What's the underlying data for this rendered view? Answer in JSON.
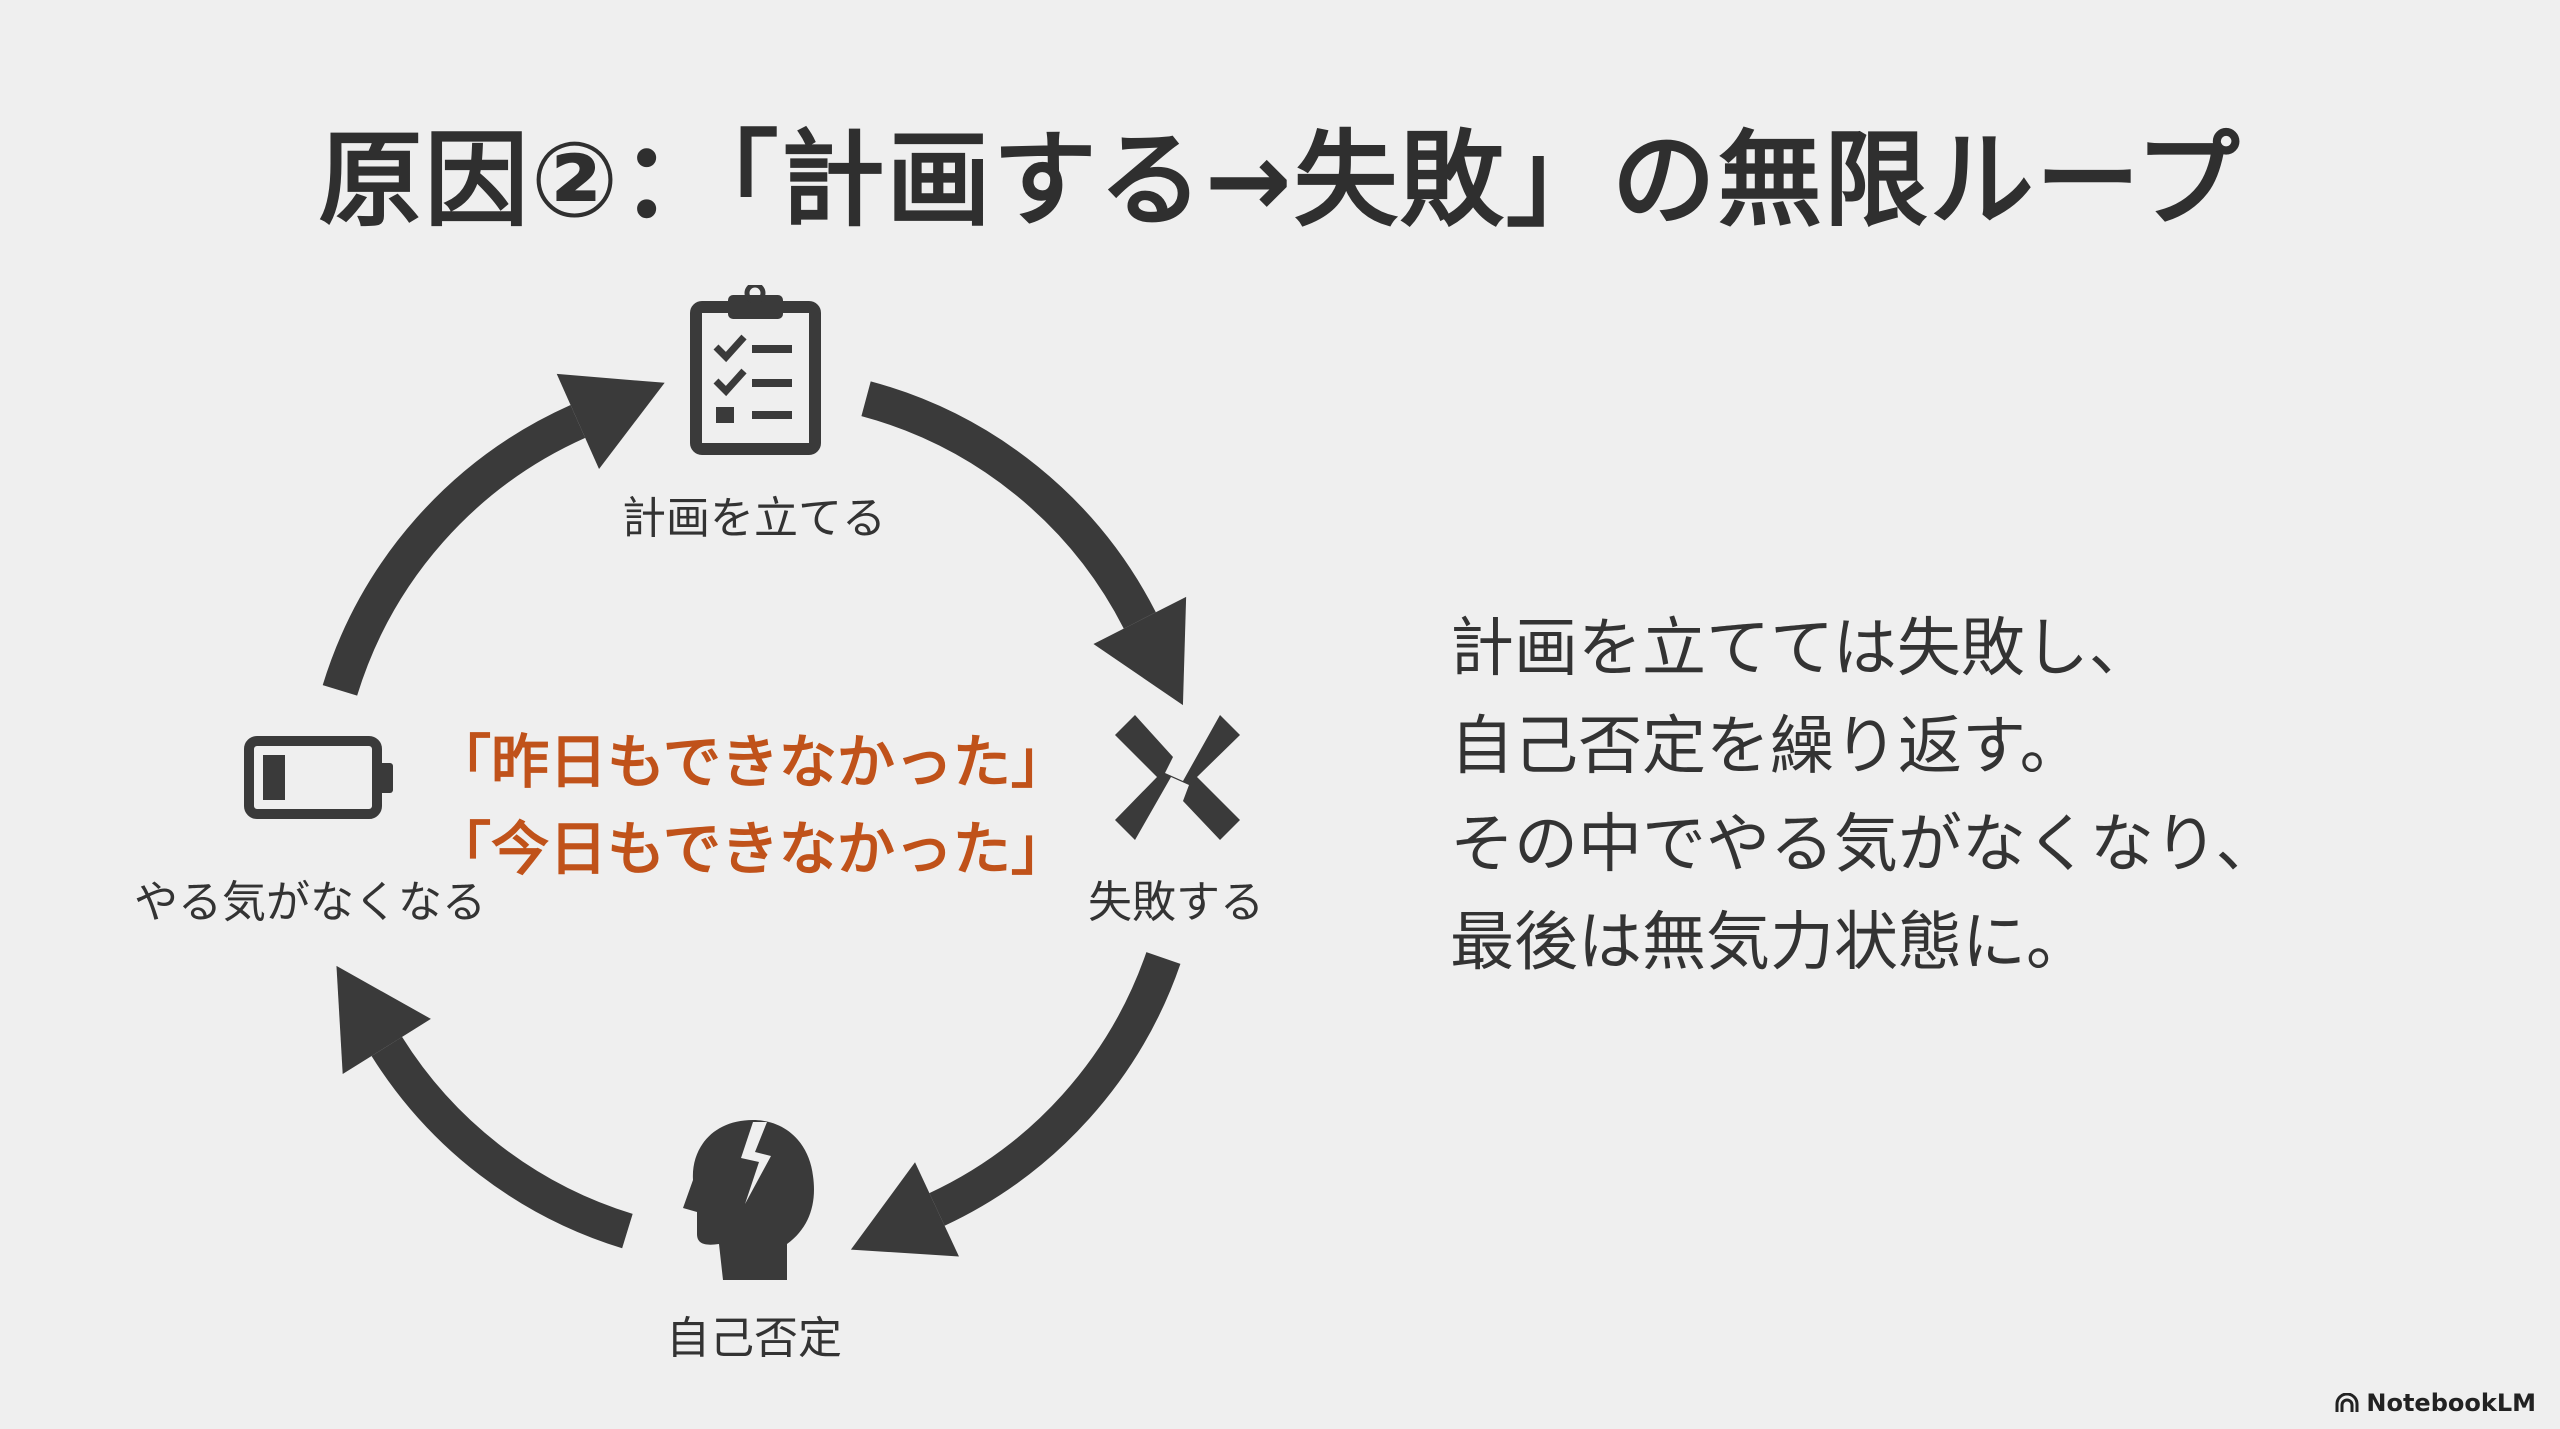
{
  "title": "原因②：「計画する→失敗」の無限ループ",
  "cycle": {
    "steps": [
      {
        "label": "計画を立てる",
        "icon": "clipboard-checklist-icon"
      },
      {
        "label": "失敗する",
        "icon": "broken-x-icon"
      },
      {
        "label": "自己否定",
        "icon": "cracked-head-icon"
      },
      {
        "label": "やる気がなくなる",
        "icon": "low-battery-icon"
      }
    ],
    "quotes": [
      "「昨日もできなかった」",
      "「今日もできなかった」"
    ]
  },
  "description": [
    "計画を立てては失敗し、",
    "自己否定を繰り返す。",
    "その中でやる気がなくなり、",
    "最後は無気力状態に。"
  ],
  "brand": "NotebookLM",
  "colors": {
    "text": "#333333",
    "accent": "#c0521a",
    "background": "#efefef",
    "icon": "#3a3a3a"
  }
}
